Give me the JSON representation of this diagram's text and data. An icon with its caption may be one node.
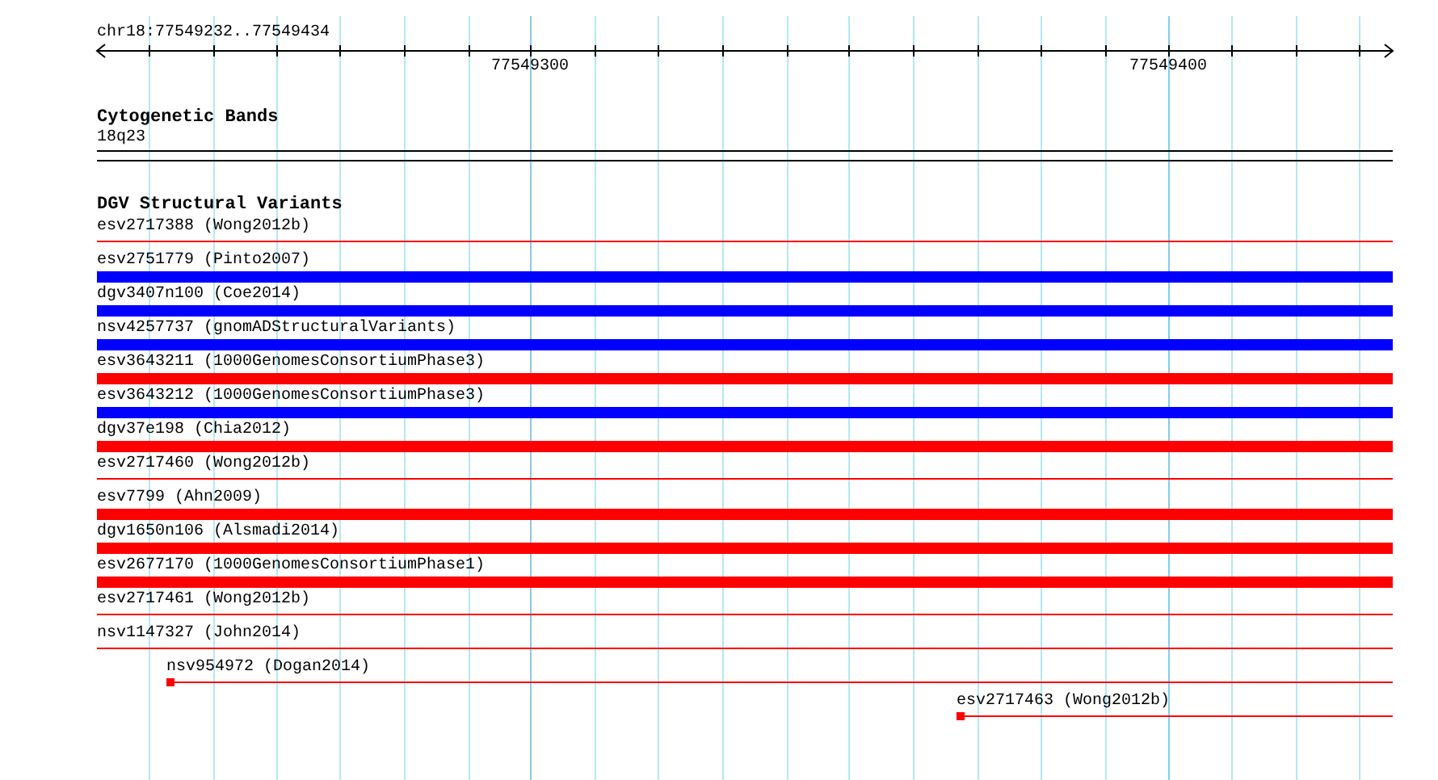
{
  "diagram": {
    "nodes": [
      {
        "text": [
          "18q23"
        ]
      },
      {
        "text": [
          "esv2717388 (Wong2012b)"
        ]
      },
      {
        "text": [
          "esv2751779 (Pinto2007)"
        ]
      },
      {
        "text": [
          "dgv3407n100 (Coe2014)"
        ]
      },
      {
        "text": [
          "nsv4257737 (gnomADStructuralVariants)"
        ]
      },
      {
        "text": [
          "esv3643211 (1000GenomesConsortiumPhase3)"
        ]
      },
      {
        "text": [
          "esv3643212 (1000GenomesConsortiumPhase3)"
        ]
      },
      {
        "text": [
          "dgv37e198 (Chia2012)"
        ]
      },
      {
        "text": [
          "esv2717460 (Wong2012b)"
        ]
      },
      {
        "text": [
          "esv7799 (Ahn2009)"
        ]
      },
      {
        "text": [
          "dgv1650n106 (Alsmadi2014)"
        ]
      },
      {
        "text": [
          "esv2677170 (1000GenomesConsortiumPhase1)"
        ]
      },
      {
        "text": [
          "esv2717461 (Wong2012b)"
        ]
      },
      {
        "text": [
          "nsv1147327 (John2014)"
        ]
      },
      {
        "text": [
          "nsv954972 (Dogan2014)"
        ]
      },
      {
        "text": [
          "esv2717463 (Wong2012b)"
        ]
      }
    ],
    "labels": [
      "chr18:77549232..77549434",
      "77549300",
      "77549400",
      "Cytogenetic Bands",
      "DGV Structural Variants"
    ]
  }
}
